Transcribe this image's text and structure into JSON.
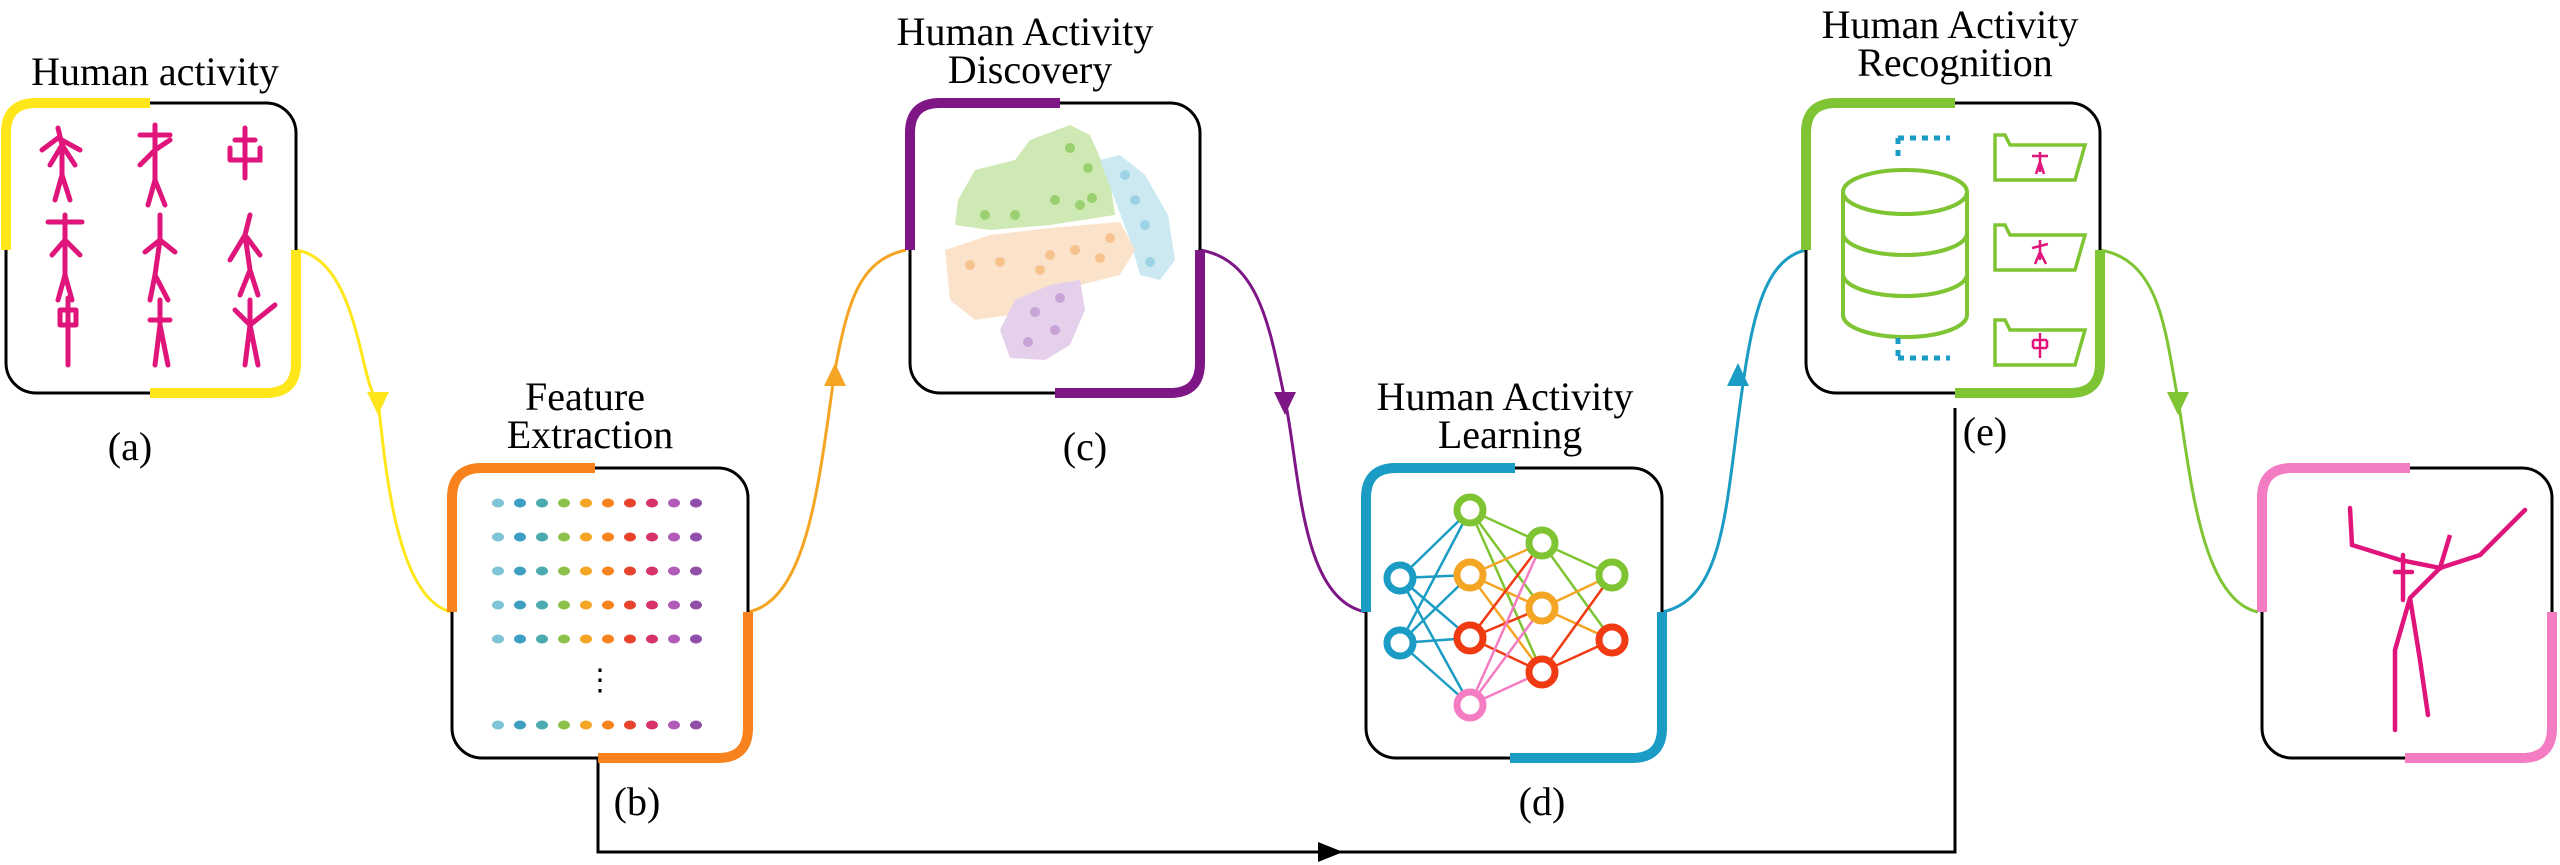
{
  "stages": [
    {
      "id": "a",
      "title_lines": [
        "Human activity"
      ],
      "caption": "(a)",
      "accent": "#FFE61A"
    },
    {
      "id": "b",
      "title_lines": [
        "Feature",
        "Extraction"
      ],
      "caption": "(b)",
      "accent": "#F7821E"
    },
    {
      "id": "c",
      "title_lines": [
        "Human Activity",
        "Discovery"
      ],
      "caption": "(c)",
      "accent": "#7E1685"
    },
    {
      "id": "d",
      "title_lines": [
        "Human Activity",
        "Learning"
      ],
      "caption": "(d)",
      "accent": "#1A9CC4"
    },
    {
      "id": "e",
      "title_lines": [
        "Human Activity",
        "Recognition"
      ],
      "caption": "(e)",
      "accent": "#7FC432"
    },
    {
      "id": "output",
      "title_lines": [],
      "caption": "",
      "accent": "#F47CC3"
    }
  ],
  "colors": {
    "skeleton": "#E0157C",
    "cluster_green": "#CFE9B5",
    "cluster_blue": "#CCE9F2",
    "cluster_orange": "#FBE3CB",
    "cluster_purple": "#E5D0EC",
    "nn_red": "#F03A12",
    "feature_palette": [
      "#7EC3D6",
      "#3F9FC2",
      "#4BA9B0",
      "#8BC34A",
      "#F5A524",
      "#F7821E",
      "#E8412C",
      "#D6336C",
      "#B05BB8",
      "#8E4FA8"
    ]
  },
  "feature_rows_ellipsis": "⋮"
}
